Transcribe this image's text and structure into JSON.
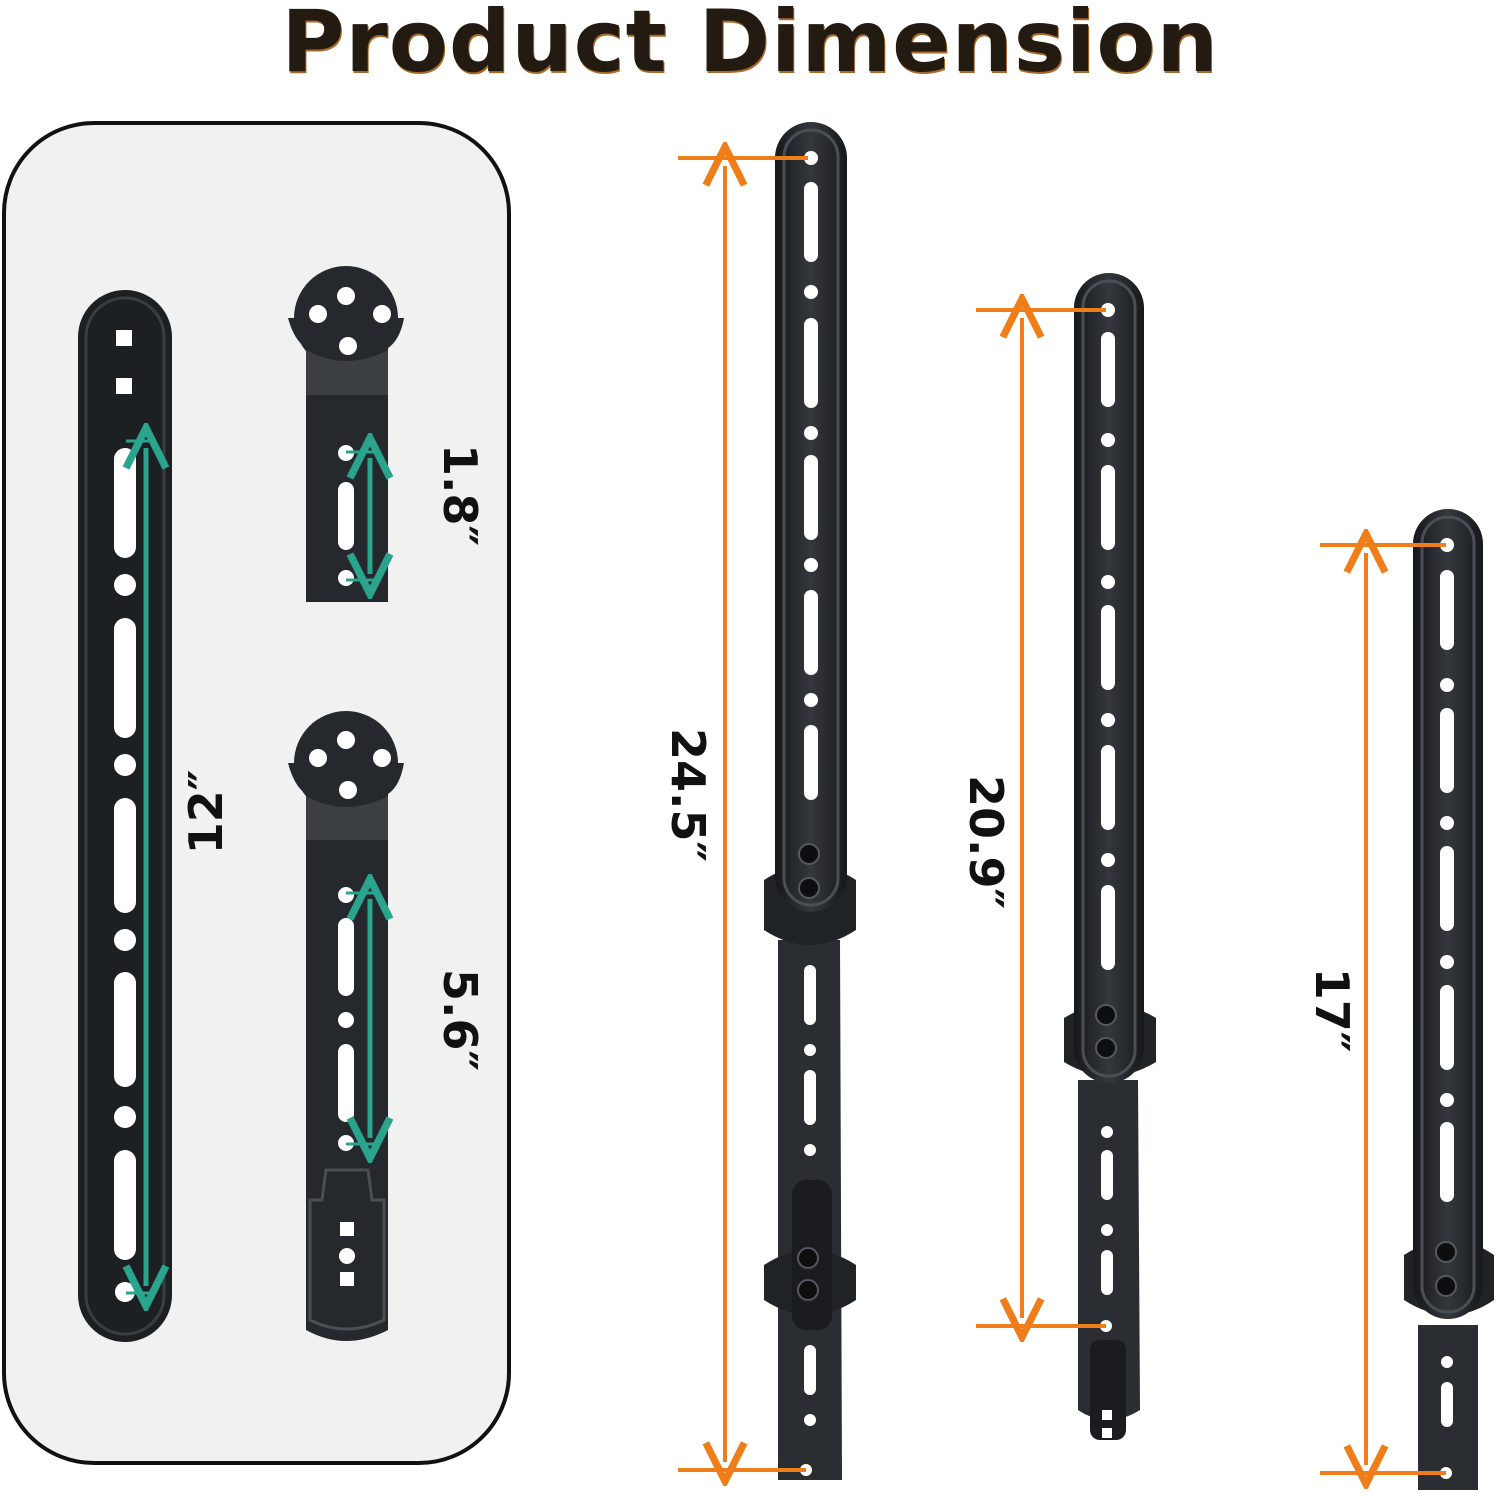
{
  "title": "Product Dimension",
  "colors": {
    "accent_orange": "#ef7d1a",
    "accent_teal": "#2aa48c",
    "metal": "#25282c",
    "panel_bg": "#f1f1f1"
  },
  "parts": {
    "long_bar": {
      "label": "12″"
    },
    "short_bracket": {
      "label": "1.8″"
    },
    "long_bracket": {
      "label": "5.6″"
    }
  },
  "assemblies": [
    {
      "label": "24.5″"
    },
    {
      "label": "20.9″"
    },
    {
      "label": "17″"
    }
  ]
}
